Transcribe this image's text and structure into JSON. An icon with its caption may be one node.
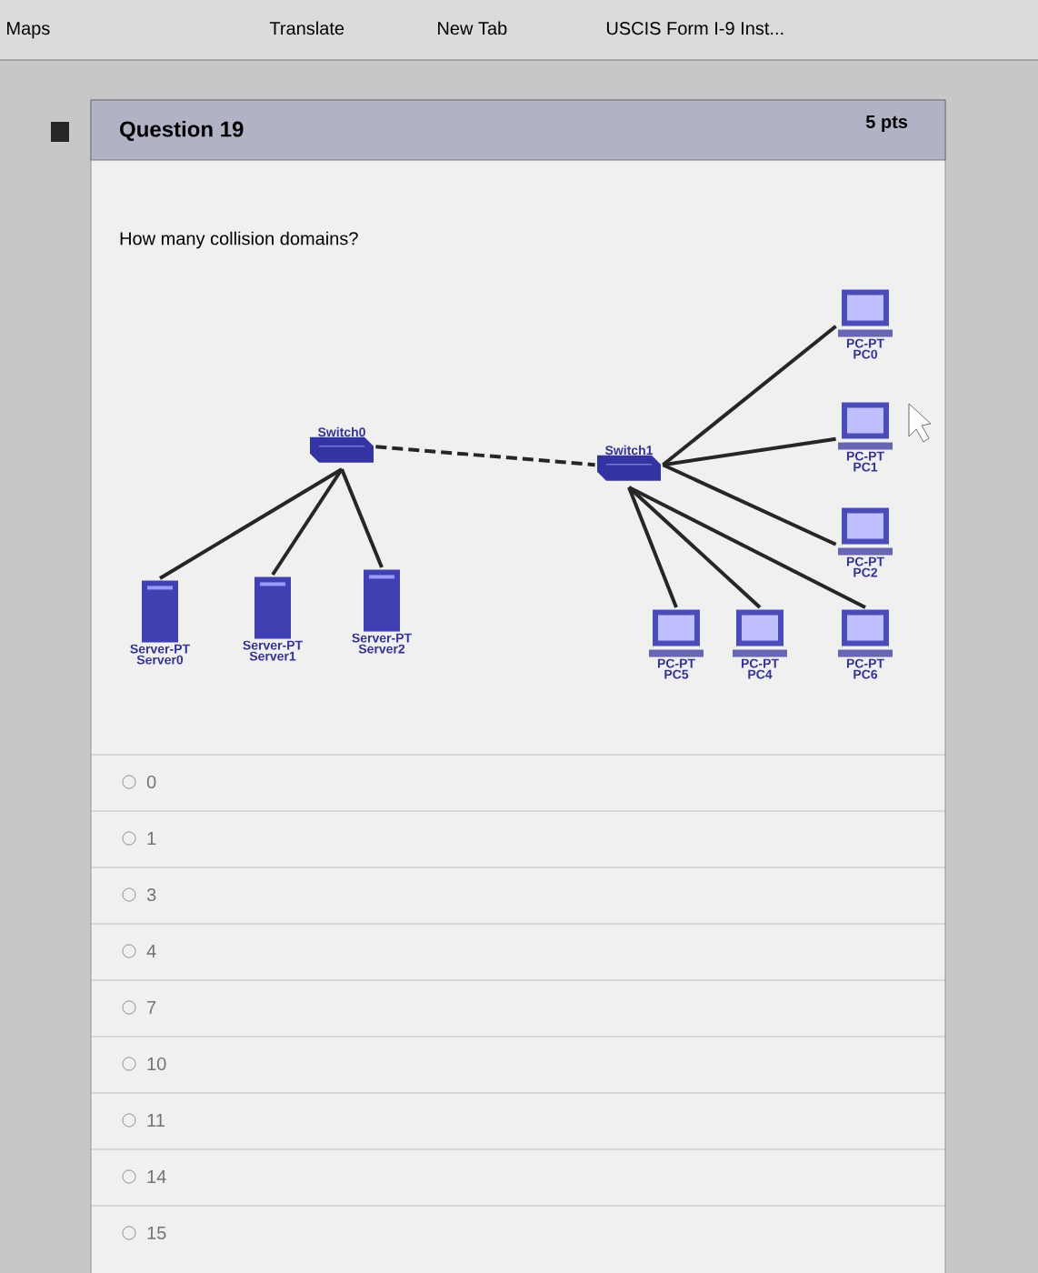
{
  "diagram": {
    "title": "Question 19",
    "nodes": [
      {
        "text": [
          "Switch0"
        ]
      },
      {
        "text": [
          "Switch1"
        ]
      },
      {
        "text": [
          "Server-PT",
          "Server0"
        ]
      },
      {
        "text": [
          "Server-PT",
          "Server1"
        ]
      },
      {
        "text": [
          "Server-PT",
          "Server2"
        ]
      },
      {
        "text": [
          "PC-PT",
          "PC0"
        ]
      },
      {
        "text": [
          "PC-PT",
          "PC1"
        ]
      },
      {
        "text": [
          "PC-PT",
          "PC2"
        ]
      },
      {
        "text": [
          "PC-PT",
          "PC5"
        ]
      },
      {
        "text": [
          "PC-PT",
          "PC4"
        ]
      },
      {
        "text": [
          "PC-PT",
          "PC6"
        ]
      }
    ],
    "edges": [
      {
        "from": 0,
        "to": 1,
        "arrow": "none",
        "style": "dashed"
      },
      {
        "from": 0,
        "to": 2,
        "arrow": "none"
      },
      {
        "from": 0,
        "to": 3,
        "arrow": "none"
      },
      {
        "from": 0,
        "to": 4,
        "arrow": "none"
      },
      {
        "from": 1,
        "to": 5,
        "arrow": "none"
      },
      {
        "from": 1,
        "to": 6,
        "arrow": "none"
      },
      {
        "from": 1,
        "to": 7,
        "arrow": "none"
      },
      {
        "from": 1,
        "to": 8,
        "arrow": "none"
      },
      {
        "from": 1,
        "to": 9,
        "arrow": "none"
      },
      {
        "from": 1,
        "to": 10,
        "arrow": "none"
      }
    ],
    "labels": [
      "Maps",
      "Translate",
      "New Tab",
      "USCIS Form I-9 Inst...",
      "5 pts",
      "How many collision domains?",
      "0",
      "1",
      "3",
      "4",
      "7",
      "10",
      "11",
      "14",
      "15"
    ]
  }
}
